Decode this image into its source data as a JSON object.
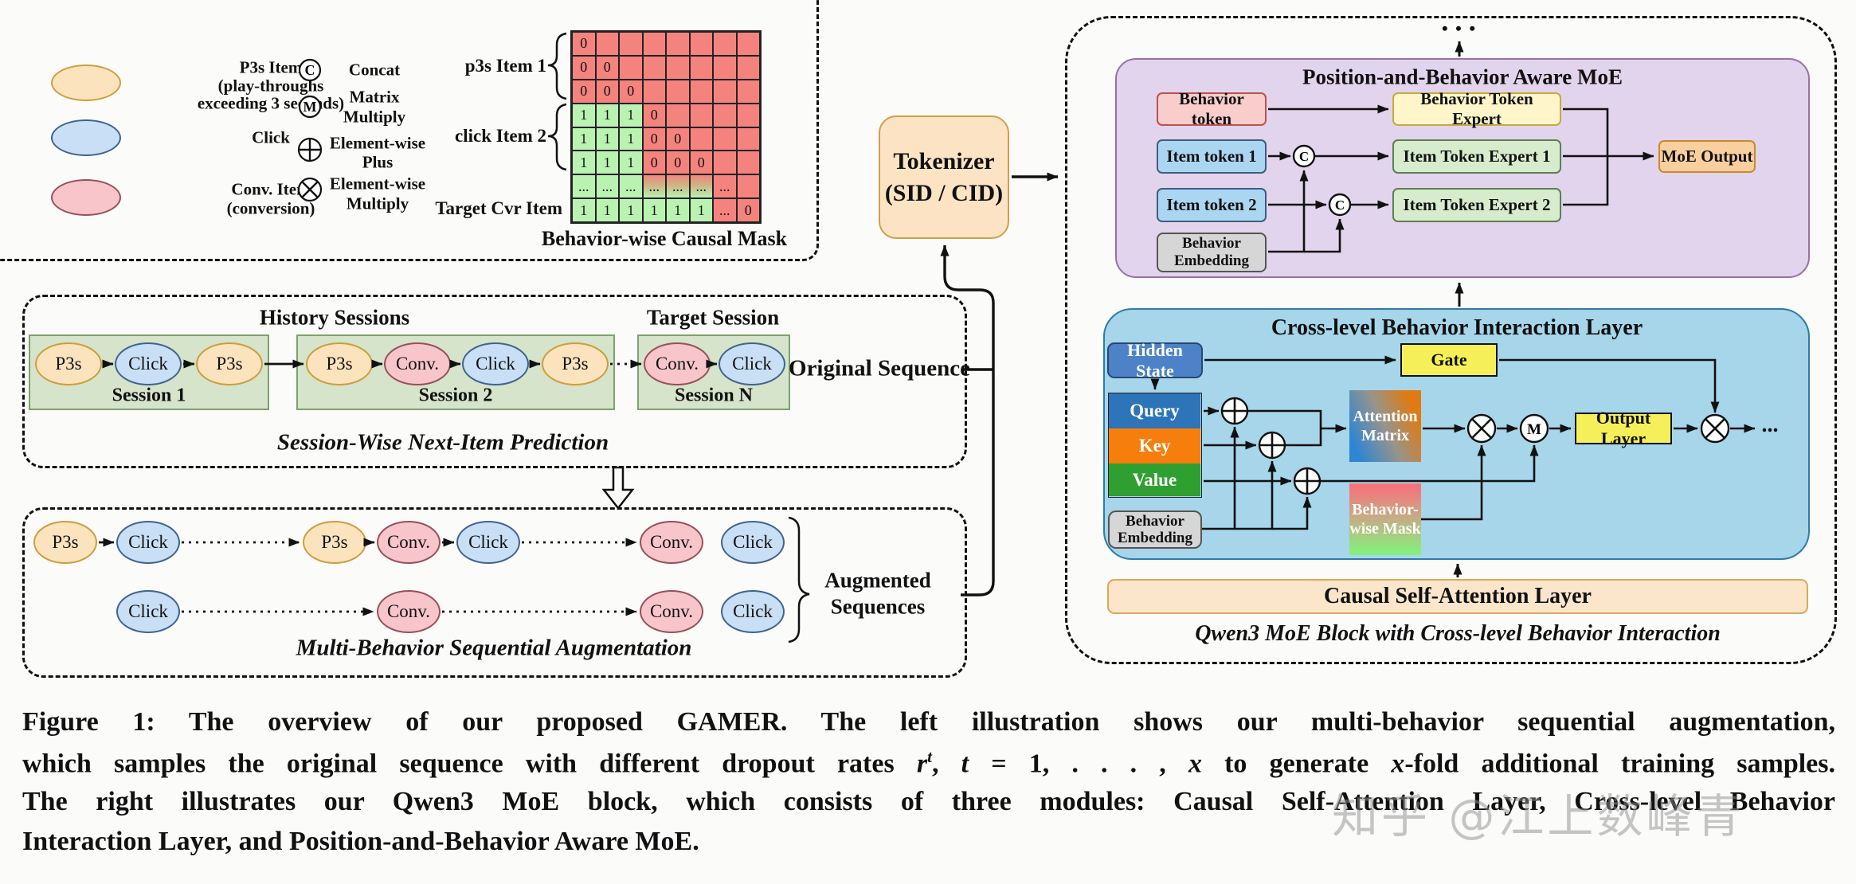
{
  "legend": {
    "items": [
      {
        "type": "p3s",
        "label_lines": [
          "P3s Item",
          "(play-throughs",
          "exceeding 3 seconds)"
        ]
      },
      {
        "type": "click",
        "label_lines": [
          "Click"
        ]
      },
      {
        "type": "conv",
        "label_lines": [
          "Conv. Item",
          "(conversion)"
        ]
      }
    ],
    "ops": [
      {
        "symbol": "C",
        "label_lines": [
          "Concat"
        ]
      },
      {
        "symbol": "M",
        "label_lines": [
          "Matrix",
          "Multiply"
        ]
      },
      {
        "symbol": "+",
        "label_lines": [
          "Element-wise",
          "Plus"
        ]
      },
      {
        "symbol": "x",
        "label_lines": [
          "Element-wise",
          "Multiply"
        ]
      }
    ]
  },
  "mask": {
    "title": "Behavior-wise Causal Mask",
    "row_labels": [
      "p3s Item 1",
      "click Item 2",
      "Target Cvr Item"
    ],
    "rows": [
      [
        "0:r",
        ":r",
        ":r",
        ":r",
        ":r",
        ":r",
        ":r",
        ":r"
      ],
      [
        "0:r",
        "0:r",
        ":r",
        ":r",
        ":r",
        ":r",
        ":r",
        ":r"
      ],
      [
        "0:r",
        "0:r",
        "0:r",
        ":r",
        ":r",
        ":r",
        ":r",
        ":r"
      ],
      [
        "1:g",
        "1:g",
        "1:g",
        "0:r",
        ":r",
        ":r",
        ":r",
        ":r"
      ],
      [
        "1:g",
        "1:g",
        "1:g",
        "0:r",
        "0:r",
        ":r",
        ":r",
        ":r"
      ],
      [
        "1:g",
        "1:g",
        "1:g",
        "0:r",
        "0:r",
        "0:r",
        ":r",
        ":r"
      ],
      [
        "...:g",
        "...:g",
        "...:g",
        "...:x",
        "...:x",
        "...:x",
        "...:r",
        ":r"
      ],
      [
        "1:g",
        "1:g",
        "1:g",
        "1:g",
        "1:g",
        "1:g",
        "...:r",
        "0:r"
      ]
    ]
  },
  "tokenizer": {
    "line1": "Tokenizer",
    "line2": "(SID / CID)"
  },
  "original_sequence": {
    "history_header": "History Sessions",
    "target_header": "Target Session",
    "sessions": [
      {
        "name": "Session 1",
        "items": [
          "P3s",
          "Click",
          "P3s"
        ]
      },
      {
        "name": "Session 2",
        "items": [
          "P3s",
          "Conv.",
          "Click",
          "P3s"
        ]
      },
      {
        "name": "Session N",
        "items": [
          "Conv.",
          "Click"
        ]
      }
    ],
    "label": "Original Sequence",
    "caption": "Session-Wise Next-Item Prediction"
  },
  "augmented": {
    "rows": [
      [
        "P3s",
        "Click",
        "P3s",
        "Conv.",
        "Click",
        "Conv.",
        "Click"
      ],
      [
        "Click",
        "Conv.",
        "Conv.",
        "Click"
      ]
    ],
    "label_lines": [
      "Augmented",
      "Sequences"
    ],
    "caption": "Multi-Behavior Sequential Augmentation"
  },
  "moe": {
    "title": "Position-and-Behavior Aware MoE",
    "behavior_token": "Behavior token",
    "behavior_expert": "Behavior Token Expert",
    "item_token_1": "Item token 1",
    "item_expert_1": "Item Token Expert 1",
    "item_token_2": "Item token 2",
    "item_expert_2": "Item Token Expert 2",
    "behavior_embedding_lines": [
      "Behavior",
      "Embedding"
    ],
    "moe_output": "MoE Output",
    "concat_symbol": "C",
    "dots": "• • •"
  },
  "interaction": {
    "title": "Cross-level Behavior Interaction Layer",
    "hidden_state": "Hidden State",
    "gate": "Gate",
    "query": "Query",
    "key": "Key",
    "value": "Value",
    "behavior_embedding_lines": [
      "Behavior",
      "Embedding"
    ],
    "attention_matrix_lines": [
      "Attention",
      "Matrix"
    ],
    "mask_lines": [
      "Behavior-",
      "wise Mask"
    ],
    "matrix_multiply_symbol": "M",
    "output_layer": "Output Layer",
    "ellipsis": "...",
    "causal_layer": "Causal Self-Attention Layer",
    "caption": "Qwen3 MoE Block with Cross-level Behavior Interaction"
  },
  "caption": {
    "line1": "Figure 1: The overview of our proposed GAMER. The left illustration shows our multi-behavior sequential augmentation,",
    "line2": {
      "p1": "which samples the original sequence with different dropout rates ",
      "r": "r",
      "rsup": "t",
      "p2": ", ",
      "t": "t",
      "p3": " = 1, . . . , ",
      "x1": "x",
      "p4": " to generate ",
      "x2": "x",
      "p5": "-fold additional training samples."
    },
    "line3": "The right illustrates our Qwen3 MoE block, which consists of three modules: Causal Self-Attention Layer, Cross-level Behavior",
    "line4": "Interaction Layer, and Position-and-Behavior Aware MoE."
  },
  "watermark": "知乎 @江上数峰青",
  "colors": {
    "p3s_fill": "#fbe3bd",
    "click_fill": "#c9dff6",
    "conv_fill": "#f7c5ca",
    "mask_red": "#f4837e",
    "mask_green": "#b9f2b1",
    "session_green": "#d5e4ca",
    "tokenizer_peach": "#fbe3c4",
    "moe_purple": "#e2d4ec",
    "interaction_blue": "#a7d5ea",
    "expert_yellow": "#fef6ca",
    "expert_green": "#d7eccd",
    "token_pink": "#f8cdcb",
    "token_blue": "#abd6f2",
    "moe_output_orange": "#f9cf9f",
    "hidden_state_blue": "#4d82c8",
    "gate_yellow": "#f5f05a",
    "query_blue": "#2d74b8",
    "key_orange": "#f67e0d",
    "value_green": "#2f9f31",
    "causal_peach": "#fce6cb",
    "gray_embedding": "#d6d6d6"
  }
}
